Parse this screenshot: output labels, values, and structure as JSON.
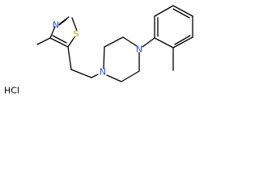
{
  "molecule": {
    "atoms": {
      "thiazole_n": "N",
      "thiazole_s": "S",
      "piperazine_n1": "N",
      "piperazine_n4": "N"
    },
    "salt": "HCl",
    "colors": {
      "bond": "#000000",
      "nitrogen": "#3050f8",
      "sulfur": "#c8a000",
      "text": "#000000"
    }
  }
}
